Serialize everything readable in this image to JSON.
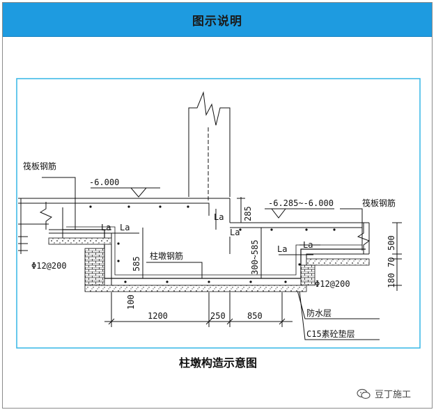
{
  "header": {
    "title": "图示说明"
  },
  "drawing": {
    "labels": {
      "raft_rebar_left": "筏板钢筋",
      "raft_rebar_right": "筏板钢筋",
      "elev_left": "-6.000",
      "elev_right": "-6.285~-6.000",
      "pier_rebar": "柱墩钢筋",
      "la": "La",
      "dim_285": "285",
      "dim_585": "585",
      "dim_300_585": "300~585",
      "dim_500": "500",
      "dim_70": "70",
      "dim_180": "180",
      "dim_100": "100",
      "bar_left": "Φ12@200",
      "bar_right": "Φ12@200",
      "dim_1200": "1200",
      "dim_250": "250",
      "dim_850": "850",
      "waterproof": "防水层",
      "cushion": "C15素砼垫层"
    },
    "colors": {
      "border": "#33b5e5",
      "line": "#111111"
    }
  },
  "caption": "柱墩构造示意图",
  "watermark": {
    "text": "豆丁施工",
    "icon": "wechat-icon"
  }
}
